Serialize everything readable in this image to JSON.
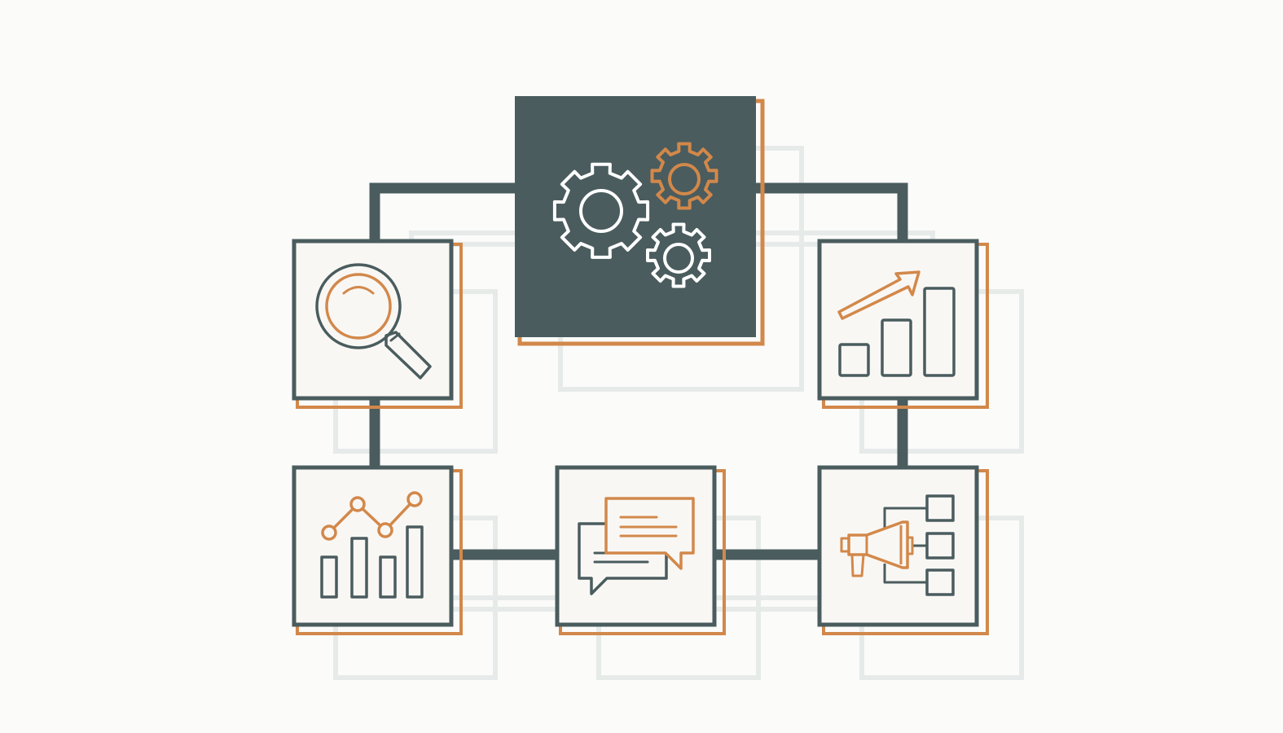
{
  "colors": {
    "background": "#fbfbfa",
    "primary": "#4a5c5e",
    "accent": "#d2884a",
    "card_fill": "#f9f7f4",
    "icon_light": "#ffffff",
    "shadow": "#e6ebea"
  },
  "nodes": [
    {
      "id": "center",
      "icon": "gears-icon",
      "dark": true
    },
    {
      "id": "top-left",
      "icon": "magnifying-glass-icon",
      "dark": false
    },
    {
      "id": "top-right",
      "icon": "growth-chart-arrow-icon",
      "dark": false
    },
    {
      "id": "bottom-left",
      "icon": "analytics-chart-icon",
      "dark": false
    },
    {
      "id": "bottom-center",
      "icon": "chat-bubbles-icon",
      "dark": false
    },
    {
      "id": "bottom-right",
      "icon": "megaphone-hierarchy-icon",
      "dark": false
    }
  ],
  "connections": [
    [
      "center",
      "top-left"
    ],
    [
      "center",
      "top-right"
    ],
    [
      "top-left",
      "bottom-left"
    ],
    [
      "top-right",
      "bottom-right"
    ],
    [
      "bottom-left",
      "bottom-center"
    ],
    [
      "bottom-center",
      "bottom-right"
    ]
  ]
}
